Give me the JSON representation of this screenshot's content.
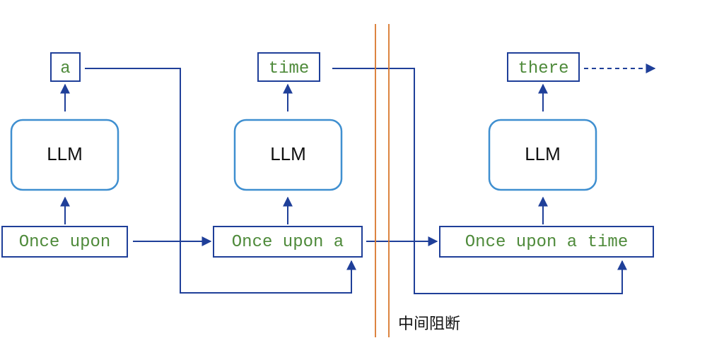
{
  "diagram": {
    "colors": {
      "line": "#1f3f99",
      "llm_border": "#3f8fd0",
      "token_text": "#4e8a3a",
      "divider": "#d9762b",
      "label": "#111111"
    },
    "stages": [
      {
        "llm_label": "LLM",
        "input_text": "Once upon",
        "output_text": "a"
      },
      {
        "llm_label": "LLM",
        "input_text": "Once upon a",
        "output_text": "time"
      },
      {
        "llm_label": "LLM",
        "input_text": "Once upon a time",
        "output_text": "there"
      }
    ],
    "divider_label": "中间阻断"
  }
}
